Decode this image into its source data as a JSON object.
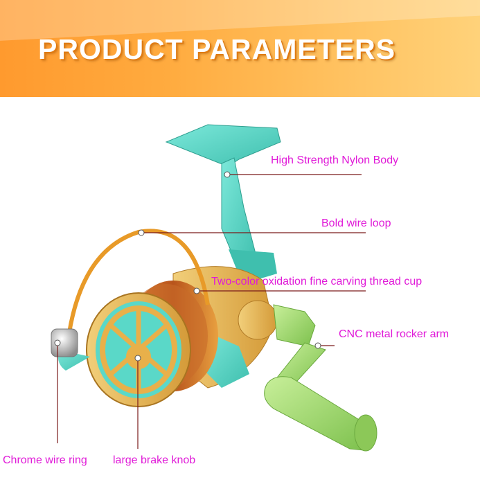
{
  "banner": {
    "title": "PRODUCT PARAMETERS"
  },
  "callouts": {
    "nylon_body": "High Strength Nylon Body",
    "wire_loop": "Bold wire loop",
    "thread_cup": "Two-color oxidation fine carving thread cup",
    "rocker_arm": "CNC metal rocker arm",
    "chrome_ring": "Chrome wire ring",
    "brake_knob": "large brake knob"
  },
  "colors": {
    "banner_orange": "#ff9a2e",
    "callout_magenta": "#e01ad8",
    "leader_line": "#7a1a1a",
    "body_teal": "#5ad8c8",
    "spool_gold": "#e8b04a",
    "spool_copper": "#c86a2a",
    "handle_green": "#9ad26a"
  },
  "icons": [
    "fishing-reel-illustration"
  ]
}
